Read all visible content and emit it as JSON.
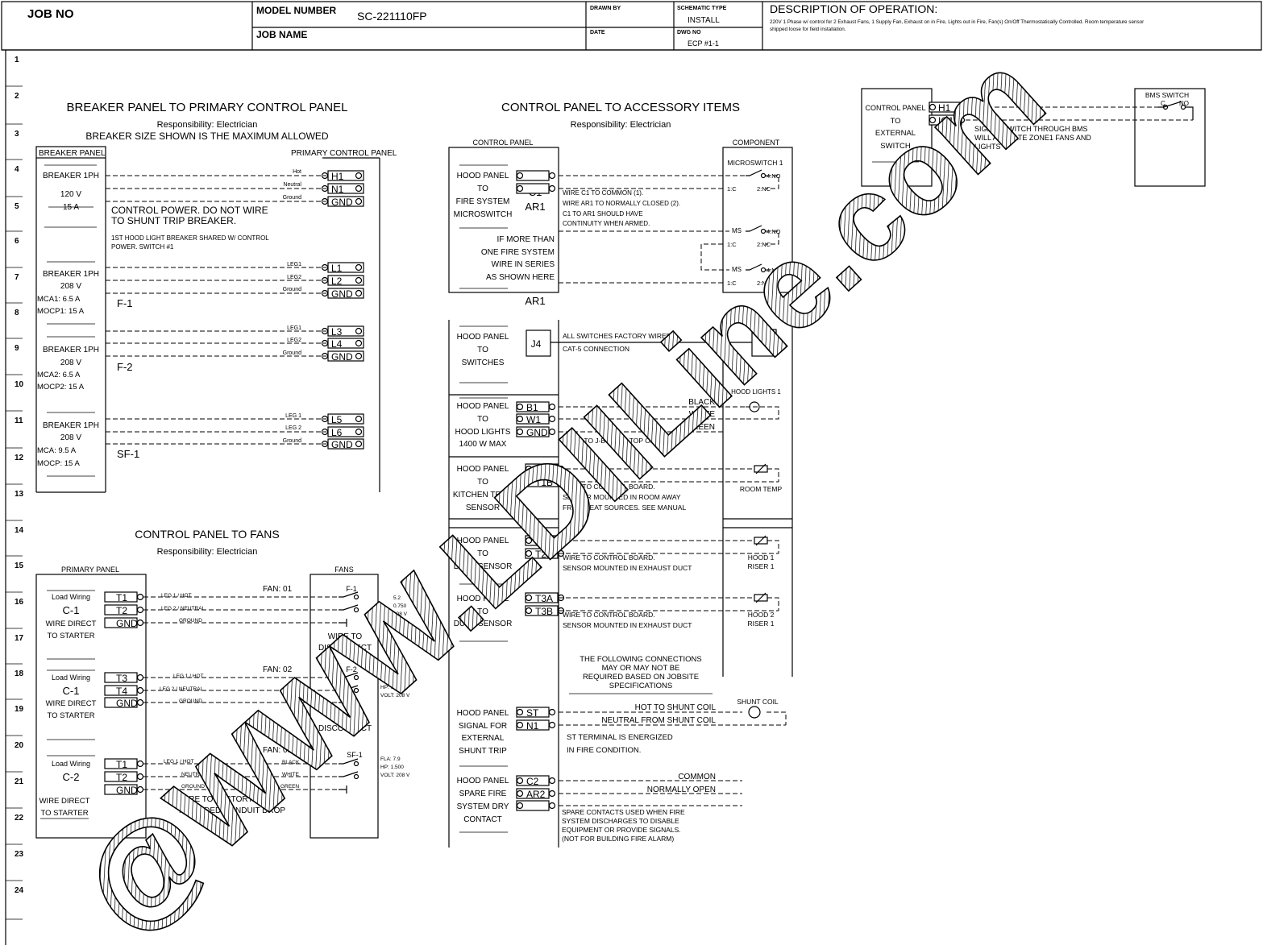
{
  "title_block": {
    "job_no_label": "JOB NO",
    "model_number_label": "MODEL NUMBER",
    "model_number": "SC-221110FP",
    "job_name_label": "JOB NAME",
    "drawn_by_label": "DRAWN BY",
    "date_label": "DATE",
    "schematic_type_label": "SCHEMATIC TYPE",
    "schematic_type": "INSTALL",
    "dwg_no_label": "DWG NO",
    "dwg_no": "ECP #1-1",
    "description_label": "DESCRIPTION OF OPERATION:",
    "description_line1": "220V 1 Phase w/ control for 2 Exhaust Fans, 1 Supply Fan, Exhaust on in Fire, Lights out in Fire, Fan(s) On/Off Thermostatically Controlled.  Room temperature sensor",
    "description_line2": "shipped loose for field installation."
  },
  "row_numbers": [
    "1",
    "2",
    "3",
    "4",
    "5",
    "6",
    "7",
    "8",
    "9",
    "10",
    "11",
    "12",
    "13",
    "14",
    "15",
    "16",
    "17",
    "18",
    "19",
    "20",
    "21",
    "22",
    "23",
    "24"
  ],
  "breaker_section": {
    "title": "BREAKER PANEL TO PRIMARY CONTROL PANEL",
    "responsibility": "Responsibility:  Electrician",
    "note": "BREAKER SIZE SHOWN IS THE MAXIMUM ALLOWED",
    "left_header": "BREAKER PANEL",
    "right_header": "PRIMARY CONTROL PANEL",
    "b1": {
      "name": "BREAKER 1PH",
      "volt": "120 V",
      "amp": "15 A"
    },
    "control_note1": "CONTROL POWER.  DO NOT WIRE",
    "control_note2": "TO SHUNT TRIP BREAKER.",
    "light_note1": "1ST HOOD LIGHT BREAKER SHARED W/ CONTROL",
    "light_note2": "POWER. SWITCH #1",
    "b2": {
      "name": "BREAKER 1PH",
      "volt": "208 V",
      "mca": "MCA1:   6.5 A",
      "mocp": "MOCP1:   15 A",
      "tag": "F-1"
    },
    "b3": {
      "name": "BREAKER 1PH",
      "volt": "208 V",
      "mca": "MCA2:   6.5 A",
      "mocp": "MOCP2:   15 A",
      "tag": "F-2"
    },
    "b4": {
      "name": "BREAKER 1PH",
      "volt": "208 V",
      "mca": "MCA:    9.5 A",
      "mocp": "MOCP:   15 A",
      "tag": "SF-1"
    },
    "w_hot": "Hot",
    "w_neutral": "Neutral",
    "w_ground": "Ground",
    "w_leg1": "LEG1",
    "w_leg2": "LEG2",
    "w_leg1s": "LEG 1",
    "w_leg2s": "LEG 2",
    "t_h1": "H1",
    "t_n1": "N1",
    "t_gnd": "GND",
    "t_l1": "L1",
    "t_l2": "L2",
    "t_l3": "L3",
    "t_l4": "L4",
    "t_l5": "L5",
    "t_l6": "L6"
  },
  "fans_section": {
    "title": "CONTROL PANEL TO FANS",
    "responsibility": "Responsibility:  Electrician",
    "left_header": "PRIMARY PANEL",
    "right_header": "FANS",
    "load_wiring": "Load Wiring",
    "c1": "C-1",
    "c2": "C-2",
    "wire_direct": "WIRE DIRECT",
    "to_starter": "TO STARTER",
    "fan1": "FAN:  01",
    "fan2": "FAN:  02",
    "fan3": "FAN:  03",
    "f1": "F-1",
    "f2": "F-2",
    "sf1": "SF-1",
    "leg1_hot": "LEG 1 / HOT",
    "leg2_neutral": "LEG 2 / NEUTRAL",
    "ground": "GROUND",
    "black": "BLACK",
    "white": "WHITE",
    "green": "GREEN",
    "neutral": "NEUTRAL",
    "wire_to": "WIRE TO",
    "disconnect": "DISCONNECT",
    "factory1": "WIRE TO FACTORY",
    "factory2": "PROVIDED CONDUIT DROP",
    "t1": "T1",
    "t2": "T2",
    "t3": "T3",
    "t4": "T4",
    "gnd": "GND",
    "f1_spec1": "5.2",
    "f1_spec2": "0.750",
    "f1_spec3": "208 V",
    "f2_spec1": "FLA:  5.2",
    "f2_spec2": "HP:   0.750",
    "f2_spec3": "VOLT:  208 V",
    "f3_spec1": "FLA:  7.9",
    "f3_spec2": "HP:   1.500",
    "f3_spec3": "VOLT:  208 V"
  },
  "accessory_section": {
    "title": "CONTROL PANEL TO ACCESSORY ITEMS",
    "responsibility": "Responsibility:  Electrician",
    "left_header": "CONTROL PANEL",
    "right_header": "COMPONENT",
    "hood_panel": "HOOD PANEL",
    "to": "TO",
    "fire_system": "FIRE SYSTEM",
    "microswitch": "MICROSWITCH",
    "c1": "C1",
    "ar1": "AR1",
    "microswitch1": "MICROSWITCH 1",
    "ms": "MS",
    "no4": "4:NO",
    "c1s": "1:C",
    "nc2": "2:NC",
    "ms_note1": "WIRE C1 TO COMMON (1).",
    "ms_note2": "WIRE AR1 TO NORMALLY CLOSED (2).",
    "ms_note3": "C1 TO AR1 SHOULD HAVE",
    "ms_note4": "CONTINUITY WHEN ARMED.",
    "more1": "IF MORE THAN",
    "more2": "ONE FIRE SYSTEM",
    "more3": "WIRE IN SERIES",
    "more4": "AS SHOWN HERE",
    "switches": "SWITCHES",
    "j4": "J4",
    "sw_note1": "ALL SWITCHES FACTORY WIRED",
    "sw_note2": "CAT-5 CONNECTION",
    "hood_lights": "HOOD LIGHTS",
    "max1400": "1400 W MAX",
    "b1": "B1",
    "w1": "W1",
    "gnd": "GND",
    "black": "BLACK",
    "white": "WHITE",
    "green": "GREEN",
    "hood_lights1": "HOOD LIGHTS 1",
    "jbox": "WIRE TO J-BOX ON TOP OF HOOD",
    "kitchen_temp": "KITCHEN TEMP",
    "sensor": "SENSOR",
    "t1a": "T1A",
    "t1b": "T1B",
    "room_temp": "ROOM TEMP",
    "rt_note1": "WIRE TO CONTROL BOARD.",
    "rt_note2": "SENSOR MOUNTED IN ROOM AWAY",
    "rt_note3": "FROM HEAT SOURCES. SEE MANUAL",
    "duct_sensor": "DUCT SENSOR",
    "t2a": "T2A",
    "t2b": "T2B",
    "t3a": "T3A",
    "t3b": "T3B",
    "hood1": "HOOD 1",
    "hood2": "HOOD 2",
    "riser1": "RISER 1",
    "duct_note1": "WIRE TO CONTROL BOARD.",
    "duct_note2": "SENSOR MOUNTED IN EXHAUST DUCT",
    "follow1": "THE FOLLOWING CONNECTIONS",
    "follow2": "MAY OR MAY NOT BE",
    "follow3": "REQUIRED BASED ON JOBSITE",
    "follow4": "SPECIFICATIONS",
    "signal_for": "SIGNAL FOR",
    "external": "EXTERNAL",
    "shunt_trip": "SHUNT TRIP",
    "st": "ST",
    "n1": "N1",
    "hot_shunt": "HOT TO SHUNT COIL",
    "neutral_shunt": "NEUTRAL FROM SHUNT COIL",
    "shunt_coil": "SHUNT COIL",
    "st_note1": "ST TERMINAL IS ENERGIZED",
    "st_note2": "IN FIRE CONDITION.",
    "spare_fire": "SPARE FIRE",
    "system_dry": "SYSTEM DRY",
    "contact": "CONTACT",
    "c2": "C2",
    "ar2": "AR2",
    "common": "COMMON",
    "normally_open": "NORMALLY OPEN",
    "spare_note1": "SPARE CONTACTS USED WHEN FIRE",
    "spare_note2": "SYSTEM DISCHARGES TO DISABLE",
    "spare_note3": "EQUIPMENT OR PROVIDE SIGNALS.",
    "spare_note4": "(NOT FOR BUILDING FIRE ALARM)"
  },
  "bms_section": {
    "control_panel": "CONTROL PANEL",
    "to": "TO",
    "external": "EXTERNAL",
    "switch": "SWITCH",
    "h1": "H1",
    "io1": "IO1",
    "bms_switch": "BMS SWITCH",
    "c": "C",
    "no": "NO",
    "note1": "SIGNAL SWITCH THROUGH BMS",
    "note2": "WILL ACTIVATE ZONE1 FANS AND",
    "note3": "LIGHTS"
  },
  "watermark": "@WWW.LDIILine.com"
}
